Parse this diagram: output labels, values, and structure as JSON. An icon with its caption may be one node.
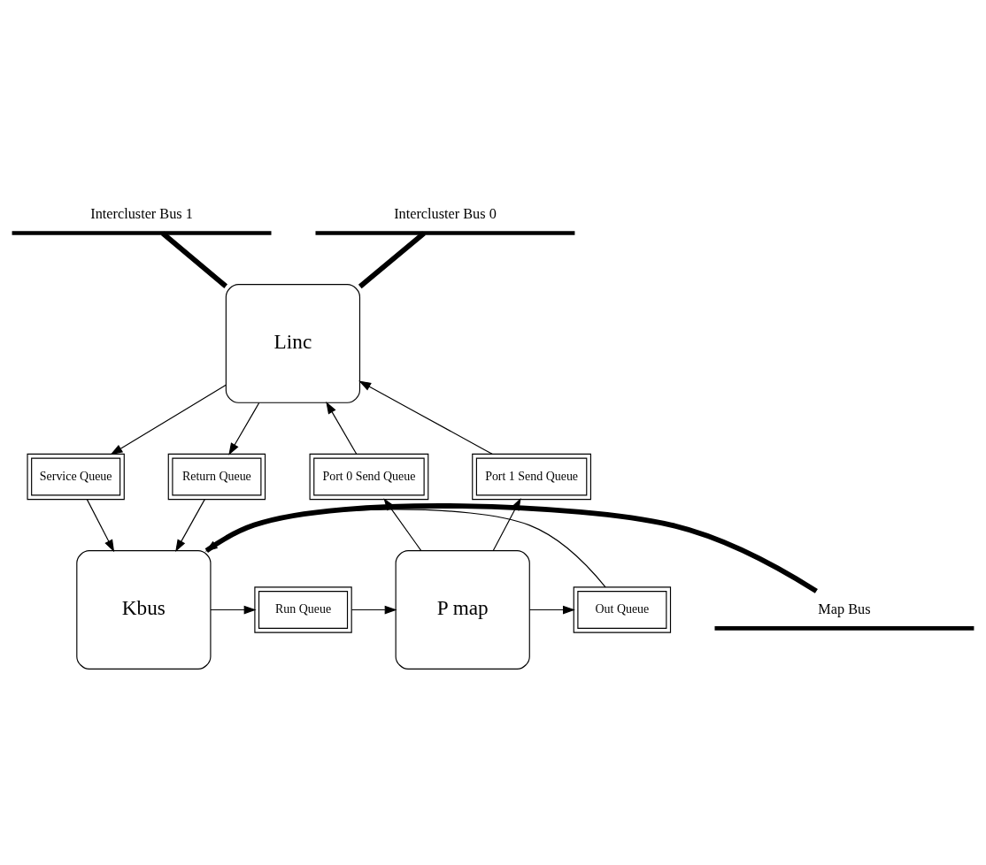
{
  "diagram": {
    "nodes": [
      {
        "text": [
          "Intercluster Bus 1"
        ]
      },
      {
        "text": [
          "Intercluster Bus 0"
        ]
      },
      {
        "text": [
          "Linc"
        ]
      },
      {
        "text": [
          "Service Queue"
        ]
      },
      {
        "text": [
          "Return Queue"
        ]
      },
      {
        "text": [
          "Port 0 Send Queue"
        ]
      },
      {
        "text": [
          "Port 1 Send Queue"
        ]
      },
      {
        "text": [
          "Map Bus"
        ]
      },
      {
        "text": [
          "Kbus"
        ]
      },
      {
        "text": [
          "Run Queue"
        ]
      },
      {
        "text": [
          "P map"
        ]
      },
      {
        "text": [
          "Out Queue"
        ]
      }
    ],
    "edges": [
      {
        "from": 2,
        "to": 1,
        "arrow": "none",
        "style": "thick"
      },
      {
        "from": 2,
        "to": 0,
        "arrow": "none",
        "style": "thick"
      },
      {
        "from": 2,
        "to": 3,
        "arrow": "to"
      },
      {
        "from": 3,
        "to": 8,
        "arrow": "to"
      },
      {
        "from": 2,
        "to": 4,
        "arrow": "to"
      },
      {
        "from": 4,
        "to": 8,
        "arrow": "to"
      },
      {
        "from": 10,
        "to": 5,
        "arrow": "to"
      },
      {
        "from": 5,
        "to": 2,
        "arrow": "to"
      },
      {
        "from": 10,
        "to": 6,
        "arrow": "to"
      },
      {
        "from": 6,
        "to": 2,
        "arrow": "to"
      },
      {
        "from": 8,
        "to": 9,
        "arrow": "to"
      },
      {
        "from": 9,
        "to": 10,
        "arrow": "to"
      },
      {
        "from": 10,
        "to": 11,
        "arrow": "to"
      },
      {
        "from": 11,
        "to": 8,
        "arrow": "to"
      },
      {
        "from": 8,
        "to": 7,
        "arrow": "none",
        "style": "thick"
      }
    ]
  }
}
